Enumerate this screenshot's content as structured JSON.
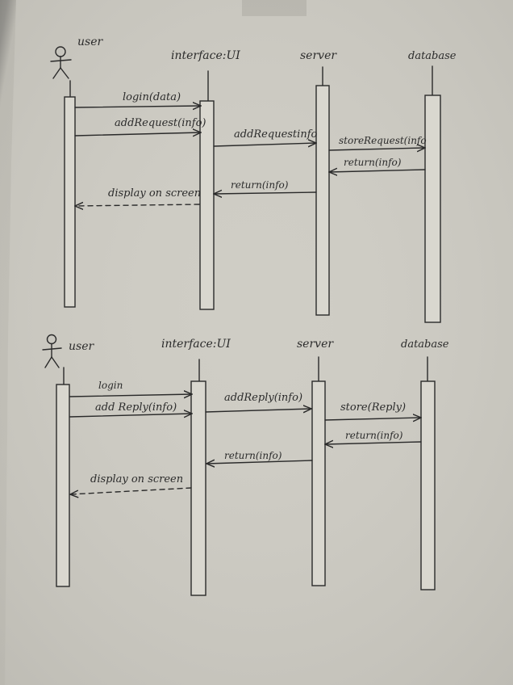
{
  "diagram_top": {
    "actor_label": "user",
    "lifelines": [
      "interface:UI",
      "server",
      "database"
    ],
    "messages": [
      {
        "label": "login(data)"
      },
      {
        "label": "addRequest(info)"
      },
      {
        "label": "addRequestinfo"
      },
      {
        "label": "storeRequest(info"
      },
      {
        "label": "return(info)"
      },
      {
        "label": "return(info)"
      },
      {
        "label": "display on screen"
      }
    ]
  },
  "diagram_bottom": {
    "actor_label": "user",
    "lifelines": [
      "interface:UI",
      "server",
      "database"
    ],
    "messages": [
      {
        "label": "login"
      },
      {
        "label": "add Reply(info)"
      },
      {
        "label": "addReply(info)"
      },
      {
        "label": "store(Reply)"
      },
      {
        "label": "return(info)"
      },
      {
        "label": "return(info)"
      },
      {
        "label": "display on screen"
      }
    ]
  }
}
